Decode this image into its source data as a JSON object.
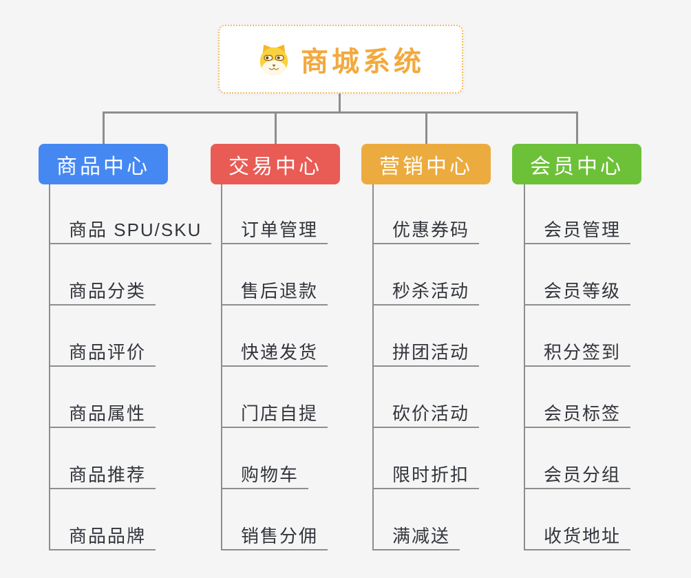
{
  "root": {
    "title": "商城系统",
    "icon": "dog-face-icon"
  },
  "branches": [
    {
      "label": "商品中心",
      "color": "#4688F2",
      "items": [
        "商品 SPU/SKU",
        "商品分类",
        "商品评价",
        "商品属性",
        "商品推荐",
        "商品品牌"
      ]
    },
    {
      "label": "交易中心",
      "color": "#E85C55",
      "items": [
        "订单管理",
        "售后退款",
        "快递发货",
        "门店自提",
        "购物车",
        "销售分佣"
      ]
    },
    {
      "label": "营销中心",
      "color": "#ECAB3E",
      "items": [
        "优惠券码",
        "秒杀活动",
        "拼团活动",
        "砍价活动",
        "限时折扣",
        "满减送"
      ]
    },
    {
      "label": "会员中心",
      "color": "#6DC139",
      "items": [
        "会员管理",
        "会员等级",
        "积分签到",
        "会员标签",
        "会员分组",
        "收货地址"
      ]
    }
  ],
  "theme": {
    "background": "#F5F5F5",
    "connector_color": "#8D8D8D",
    "root_border_color": "#F2BB64",
    "root_text_color": "#F2A93E",
    "leaf_text_color": "#32353B"
  }
}
